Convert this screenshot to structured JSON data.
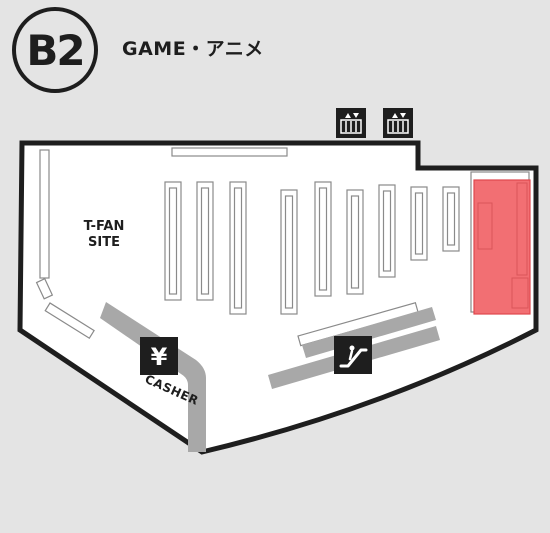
{
  "floor": {
    "badge": "B2",
    "title": "GAME・アニメ"
  },
  "map": {
    "areas": {
      "t_fan_site": [
        "T-FAN",
        "SITE"
      ],
      "casher": "CASHER"
    },
    "icons": {
      "casher_symbol": "¥",
      "elevator": "elevator-icon",
      "escalator": "escalator-icon",
      "currency": "yen-icon"
    },
    "highlight_color": "#f26f73",
    "wall_color": "#1e1e1e",
    "floor_color": "#ffffff",
    "path_color": "#a8a8a8"
  }
}
